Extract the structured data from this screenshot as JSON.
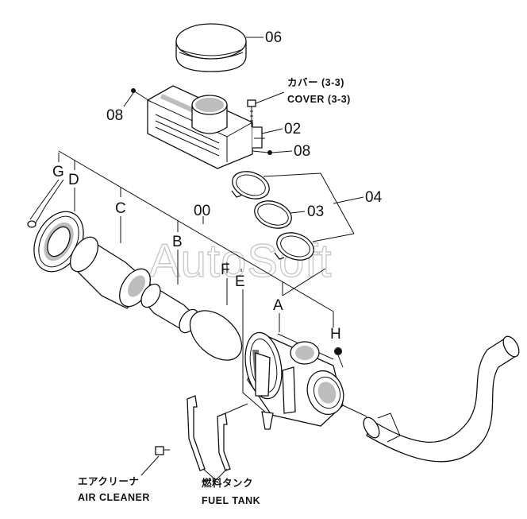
{
  "watermark": "AutoSoft",
  "part_numbers": {
    "p06": "06",
    "p08_left": "08",
    "p08_right": "08",
    "p02": "02",
    "p03": "03",
    "p04": "04",
    "p00": "00"
  },
  "letters": {
    "G": "G",
    "D": "D",
    "C": "C",
    "B": "B",
    "F": "F",
    "E": "E",
    "A": "A",
    "H": "H"
  },
  "notes": {
    "cover_jp": "カバー (3-3)",
    "cover_en": "COVER (3-3)",
    "air_cleaner_jp": "エアクリーナ",
    "air_cleaner_en": "AIR CLEANER",
    "fuel_tank_jp": "燃料タンク",
    "fuel_tank_en": "FUEL TANK"
  }
}
